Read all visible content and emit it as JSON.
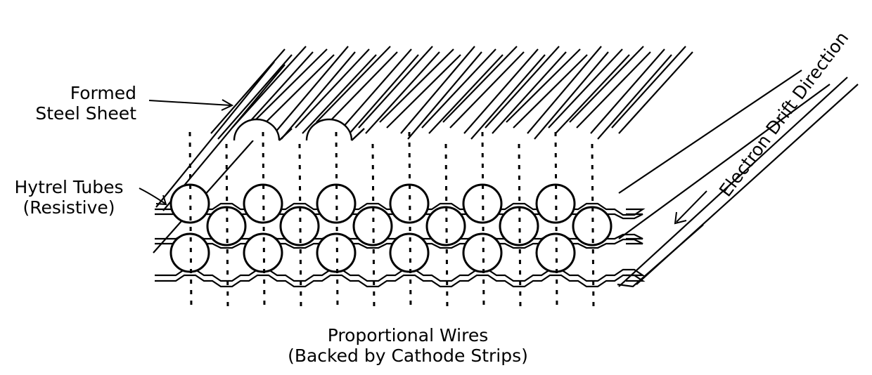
{
  "labels": {
    "formed_steel_sheet": [
      "Formed",
      "Steel Sheet"
    ],
    "hytrel_tubes": [
      "Hytrel Tubes",
      "(Resistive)"
    ],
    "proportional_wires": [
      "Proportional Wires",
      "(Backed by Cathode Strips)"
    ],
    "drift_direction": "Electron Drift Direction"
  },
  "structure": {
    "tube_columns": 12,
    "tube_rows_per_column": 2,
    "dashed_wire_lines": 12
  }
}
